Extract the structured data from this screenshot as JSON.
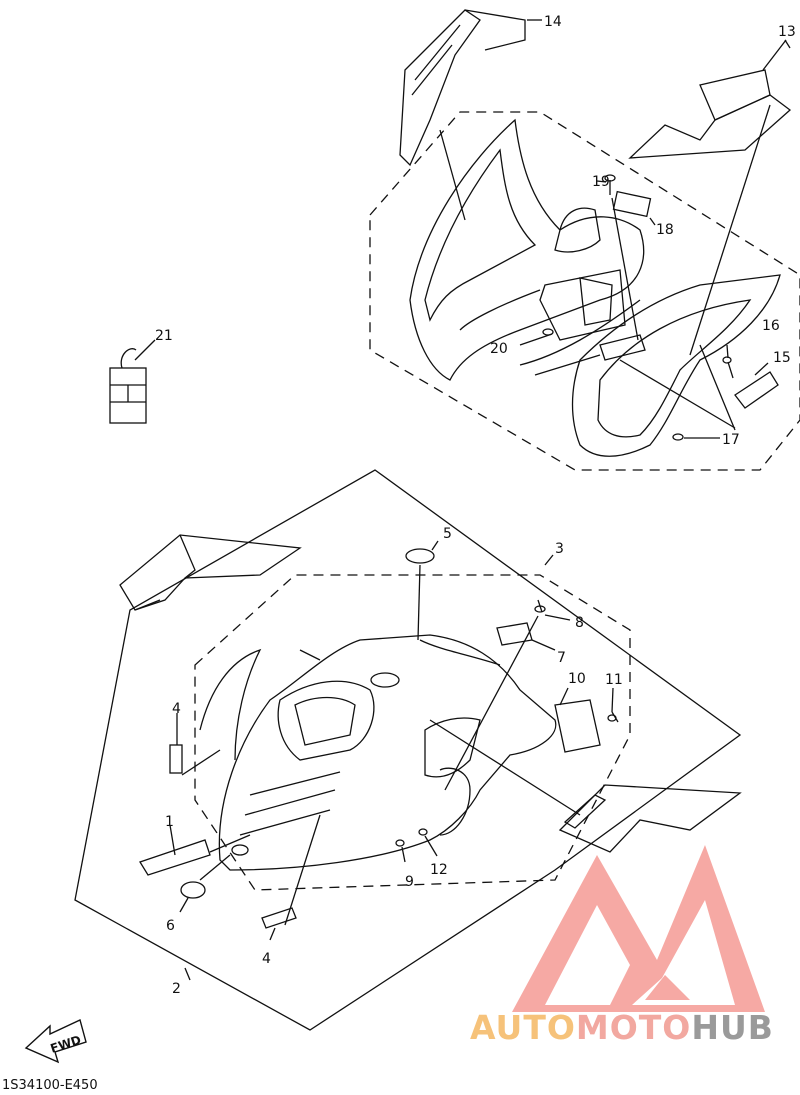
{
  "diagram_code": "1S34100-E450",
  "fwd_label": "FWD",
  "brand": {
    "part1": "AUTO",
    "part2": "MOTO",
    "part3": "HUB",
    "color1": "#f6c27a",
    "color2": "#f2a8a0",
    "color3": "#9a9a9a",
    "logo_color": "#f59a94"
  },
  "callouts": {
    "c1": "1",
    "c2": "2",
    "c3": "3",
    "c4a": "4",
    "c4b": "4",
    "c5": "5",
    "c6": "6",
    "c7": "7",
    "c8": "8",
    "c9": "9",
    "c10": "10",
    "c11": "11",
    "c12": "12",
    "c13": "13",
    "c14": "14",
    "c15": "15",
    "c16": "16",
    "c17": "17",
    "c18": "18",
    "c19": "19",
    "c20": "20",
    "c21": "21"
  }
}
